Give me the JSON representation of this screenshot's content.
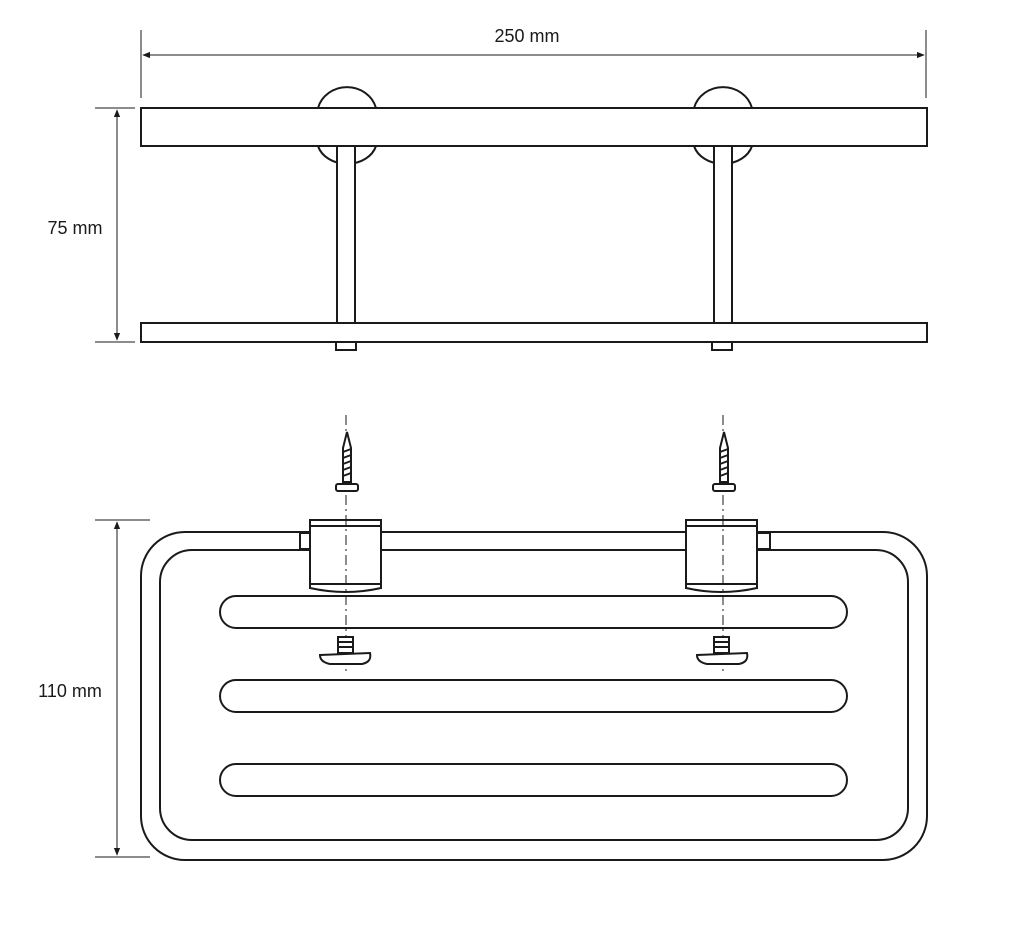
{
  "dimensions": {
    "width_label": "250 mm",
    "height_label": "75 mm",
    "depth_label": "110 mm"
  },
  "colors": {
    "line": "#1a1a1a",
    "background": "#ffffff"
  }
}
